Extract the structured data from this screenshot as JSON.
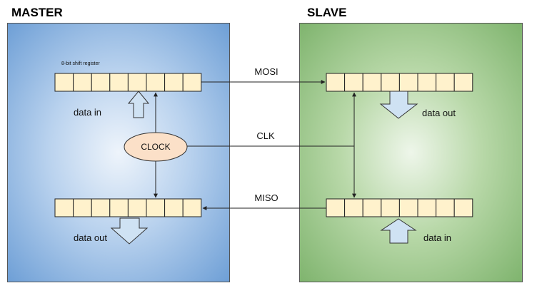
{
  "master": {
    "title": "MASTER",
    "register_caption": "8-bit shift register",
    "top_data_label": "data in",
    "bottom_data_label": "data out",
    "clock_label": "CLOCK"
  },
  "slave": {
    "title": "SLAVE",
    "top_data_label": "data out",
    "bottom_data_label": "data in"
  },
  "lines": {
    "mosi": "MOSI",
    "clk": "CLK",
    "miso": "MISO"
  },
  "register": {
    "cells": 8,
    "cell_fill": "#fff2cc",
    "cell_stroke": "#222222"
  },
  "colors": {
    "clock_fill": "#fbe0c8",
    "arrow_fill": "#cfe2f3",
    "line": "#222222"
  }
}
